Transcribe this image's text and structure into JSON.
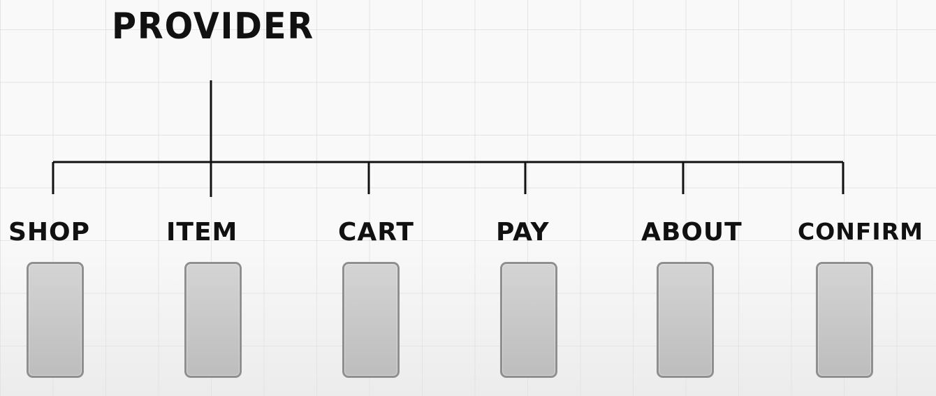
{
  "diagram": {
    "root": {
      "label": "PROVIDER"
    },
    "children": [
      {
        "label": "SHOP"
      },
      {
        "label": "ITEM"
      },
      {
        "label": "CART"
      },
      {
        "label": "PAY"
      },
      {
        "label": "ABOUT"
      },
      {
        "label": "CONFIRM"
      }
    ]
  }
}
